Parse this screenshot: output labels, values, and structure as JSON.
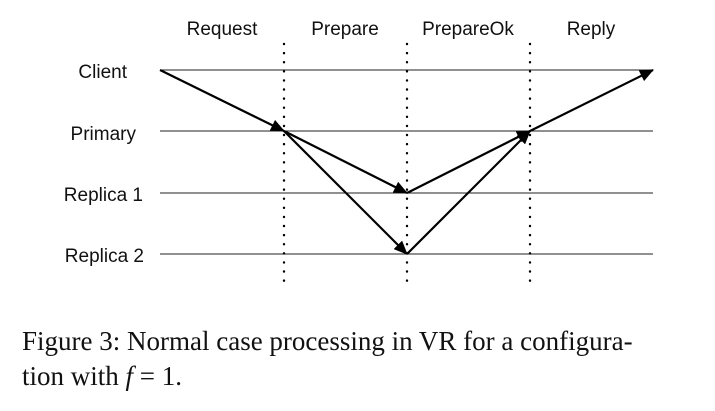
{
  "diagram": {
    "phases": [
      "Request",
      "Prepare",
      "PrepareOk",
      "Reply"
    ],
    "rows": [
      "Client",
      "Primary",
      "Replica 1",
      "Replica 2"
    ],
    "messages": [
      {
        "from": "Client",
        "to": "Primary",
        "phase": "Request"
      },
      {
        "from": "Primary",
        "to": "Replica 1",
        "phase": "Prepare"
      },
      {
        "from": "Primary",
        "to": "Replica 2",
        "phase": "Prepare"
      },
      {
        "from": "Replica 1",
        "to": "Primary",
        "phase": "PrepareOk"
      },
      {
        "from": "Replica 2",
        "to": "Primary",
        "phase": "PrepareOk"
      },
      {
        "from": "Primary",
        "to": "Client",
        "phase": "Reply"
      }
    ],
    "colors": {
      "line": "#000000",
      "text": "#111111",
      "background": "#ffffff"
    }
  },
  "caption": {
    "lead": "Figure 3: Normal case processing in VR for a configura-",
    "line2_prefix": "tion with ",
    "variable": "f",
    "equation": " = 1."
  }
}
